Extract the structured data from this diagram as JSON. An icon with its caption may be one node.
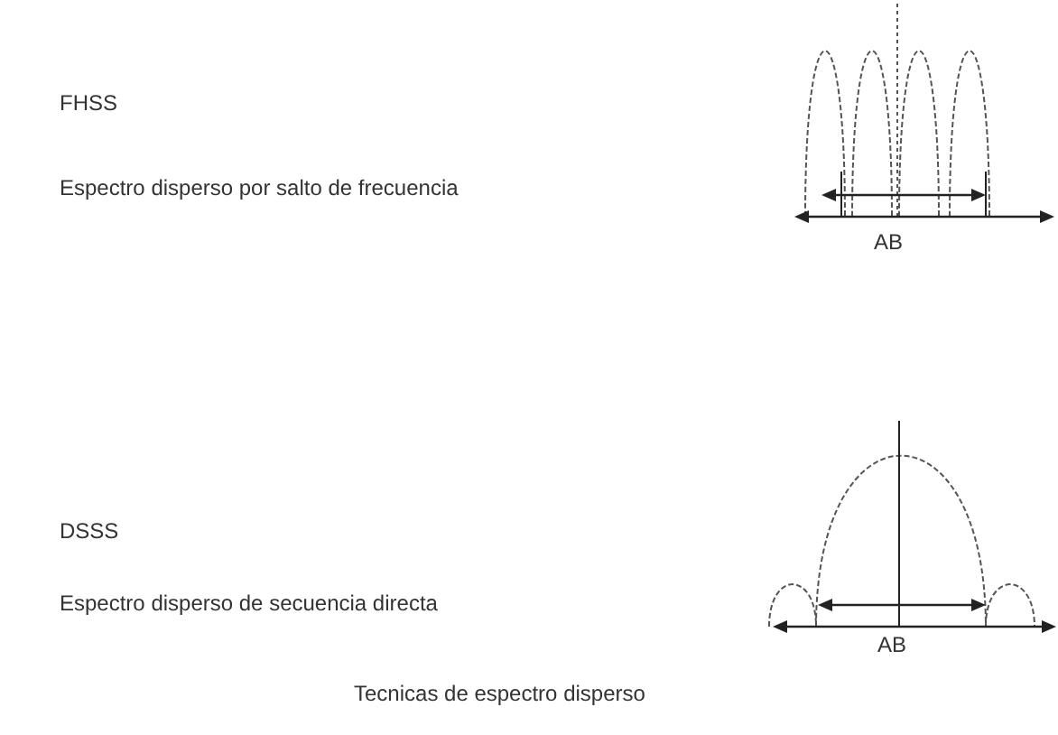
{
  "diagram": {
    "caption": "Tecnicas de espectro disperso",
    "labels": [
      "FHSS",
      "Espectro disperso por salto de frecuencia",
      "AB",
      "DSSS",
      "Espectro disperso de secuencia directa",
      "AB"
    ]
  }
}
